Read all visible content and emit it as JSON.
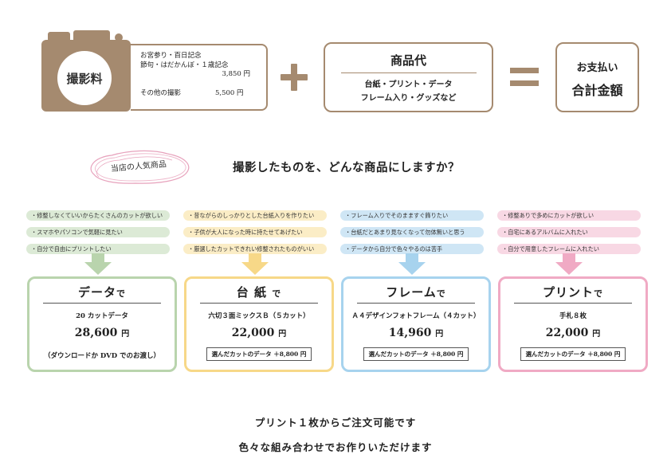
{
  "top": {
    "camera_label": "撮影料",
    "fee_lines": [
      "お宮参り・百日記念",
      "節句・はだかんぼ・１歳記念"
    ],
    "fee_price": "3,850 円",
    "other_label": "その他の撮影",
    "other_price": "5,500 円",
    "goods_title": "商品代",
    "goods_lines": [
      "台紙・プリント・データ",
      "フレーム入り・グッズなど"
    ],
    "total_line1": "お支払い",
    "total_line2": "合計金額",
    "colors": {
      "brown": "#a58a6f"
    }
  },
  "popular_label": "当店の人気商品",
  "question": "撮影したものを、どんな商品にしますか？",
  "columns": [
    {
      "bullets": [
        "・修整しなくていいからたくさんのカットが欲しい",
        "・スマホやパソコンで気軽に見たい",
        "・自分で自由にプリントしたい"
      ],
      "title": "データ",
      "title_suffix": "で",
      "product": "20 カットデータ",
      "price": "28,600",
      "yen": "円",
      "note": "（ダウンロードか DVD でのお渡し）",
      "color": "#b9d4ad"
    },
    {
      "bullets": [
        "・昔ながらのしっかりとした台紙入りを作りたい",
        "・子供が大人になった時に持たせてあげたい",
        "・厳選したカットできれい修整されたものがいい"
      ],
      "title": "台 紙",
      "title_suffix": "で",
      "product": "六切３面ミックスＢ（５カット）",
      "price": "22,000",
      "yen": "円",
      "extra": "選んだカットのデータ ＋8,800 円",
      "color": "#f7d888"
    },
    {
      "bullets": [
        "・フレーム入りでそのまますぐ飾りたい",
        "・台紙だとあまり見なくなって勿体無いと思う",
        "・データから自分で色々やるのは苦手"
      ],
      "title": "フレーム",
      "title_suffix": "で",
      "product": "Ａ４デザインフォトフレーム（４カット）",
      "price": "14,960",
      "yen": "円",
      "extra": "選んだカットのデータ ＋8,800 円",
      "color": "#a7d3ee"
    },
    {
      "bullets": [
        "・修整ありで多めにカットが欲しい",
        "・自宅にあるアルバムに入れたい",
        "・自分で用意したフレームに入れたい"
      ],
      "title": "プリント",
      "title_suffix": "で",
      "product": "手札８枚",
      "price": "22,000",
      "yen": "円",
      "extra": "選んだカットのデータ ＋8,800 円",
      "color": "#f0aac4"
    }
  ],
  "footer": {
    "line1": "プリント１枚からご注文可能です",
    "line2": "色々な組み合わせでお作りいただけます"
  }
}
